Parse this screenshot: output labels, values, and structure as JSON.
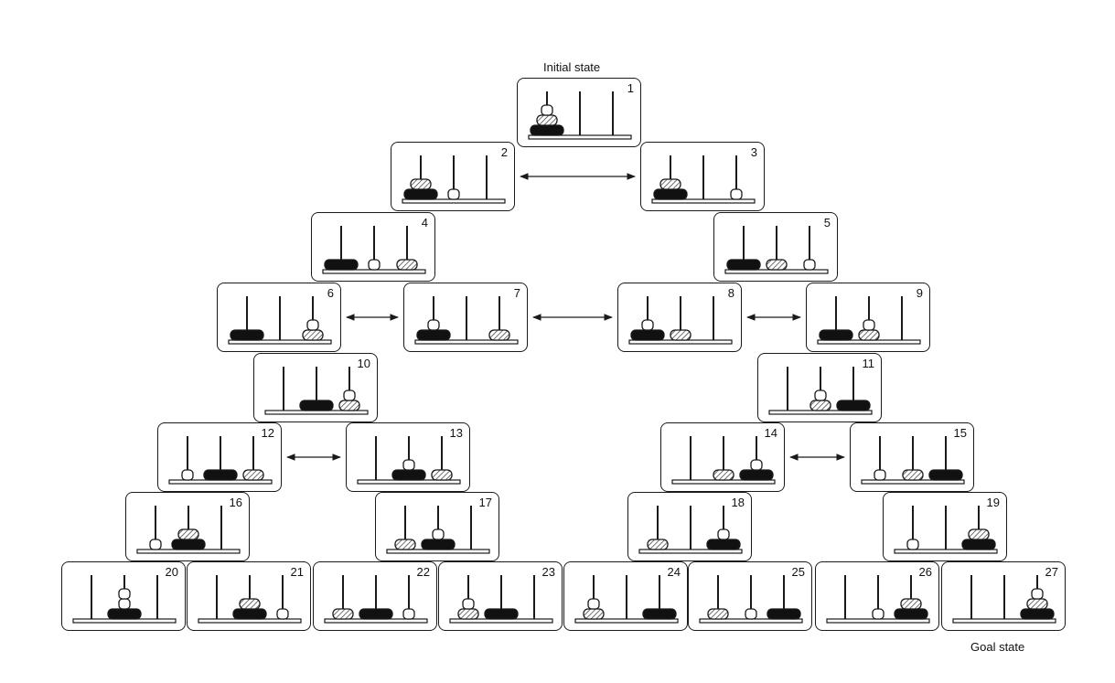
{
  "labels": {
    "initial": "Initial state",
    "goal": "Goal state"
  },
  "colors": {
    "large": "#111111",
    "medium": "hatched",
    "small": "#ffffff",
    "line": "#1a1a1a"
  },
  "states": [
    {
      "n": "1",
      "pegs": [
        [
          "L",
          "M",
          "S"
        ],
        [],
        []
      ]
    },
    {
      "n": "2",
      "pegs": [
        [
          "L",
          "M"
        ],
        [
          "S"
        ],
        []
      ]
    },
    {
      "n": "3",
      "pegs": [
        [
          "L",
          "M"
        ],
        [],
        [
          "S"
        ]
      ]
    },
    {
      "n": "4",
      "pegs": [
        [
          "L"
        ],
        [
          "S"
        ],
        [
          "M"
        ]
      ]
    },
    {
      "n": "5",
      "pegs": [
        [
          "L"
        ],
        [
          "M"
        ],
        [
          "S"
        ]
      ]
    },
    {
      "n": "6",
      "pegs": [
        [
          "L"
        ],
        [],
        [
          "M",
          "S"
        ]
      ]
    },
    {
      "n": "7",
      "pegs": [
        [
          "L",
          "S"
        ],
        [],
        [
          "M"
        ]
      ]
    },
    {
      "n": "8",
      "pegs": [
        [
          "L",
          "S"
        ],
        [
          "M"
        ],
        []
      ]
    },
    {
      "n": "9",
      "pegs": [
        [
          "L"
        ],
        [
          "M",
          "S"
        ],
        []
      ]
    },
    {
      "n": "10",
      "pegs": [
        [],
        [
          "L"
        ],
        [
          "M",
          "S"
        ]
      ]
    },
    {
      "n": "11",
      "pegs": [
        [],
        [
          "M",
          "S"
        ],
        [
          "L"
        ]
      ]
    },
    {
      "n": "12",
      "pegs": [
        [
          "S"
        ],
        [
          "L"
        ],
        [
          "M"
        ]
      ]
    },
    {
      "n": "13",
      "pegs": [
        [],
        [
          "L",
          "S"
        ],
        [
          "M"
        ]
      ]
    },
    {
      "n": "14",
      "pegs": [
        [],
        [
          "M"
        ],
        [
          "L",
          "S"
        ]
      ]
    },
    {
      "n": "15",
      "pegs": [
        [
          "S"
        ],
        [
          "M"
        ],
        [
          "L"
        ]
      ]
    },
    {
      "n": "16",
      "pegs": [
        [
          "S"
        ],
        [
          "L",
          "M"
        ],
        []
      ]
    },
    {
      "n": "17",
      "pegs": [
        [
          "M"
        ],
        [
          "L",
          "S"
        ],
        []
      ]
    },
    {
      "n": "18",
      "pegs": [
        [
          "M"
        ],
        [],
        [
          "L",
          "S"
        ]
      ]
    },
    {
      "n": "19",
      "pegs": [
        [
          "S"
        ],
        [],
        [
          "L",
          "M"
        ]
      ]
    },
    {
      "n": "20",
      "pegs": [
        [],
        [
          "L",
          "S",
          "S"
        ],
        []
      ]
    },
    {
      "n": "21",
      "pegs": [
        [],
        [
          "L",
          "M"
        ],
        [
          "S"
        ]
      ]
    },
    {
      "n": "22",
      "pegs": [
        [
          "M"
        ],
        [
          "L"
        ],
        [
          "S"
        ]
      ]
    },
    {
      "n": "23",
      "pegs": [
        [
          "M",
          "S"
        ],
        [
          "L"
        ],
        []
      ]
    },
    {
      "n": "24",
      "pegs": [
        [
          "M",
          "S"
        ],
        [],
        [
          "L"
        ]
      ]
    },
    {
      "n": "25",
      "pegs": [
        [
          "M"
        ],
        [
          "S"
        ],
        [
          "L"
        ]
      ]
    },
    {
      "n": "26",
      "pegs": [
        [],
        [
          "S"
        ],
        [
          "L",
          "M"
        ]
      ]
    },
    {
      "n": "27",
      "pegs": [
        [],
        [],
        [
          "L",
          "M",
          "S"
        ]
      ]
    }
  ],
  "arrows": [
    [
      "2",
      "3"
    ],
    [
      "6",
      "7"
    ],
    [
      "7",
      "8"
    ],
    [
      "8",
      "9"
    ],
    [
      "12",
      "13"
    ],
    [
      "14",
      "15"
    ]
  ]
}
